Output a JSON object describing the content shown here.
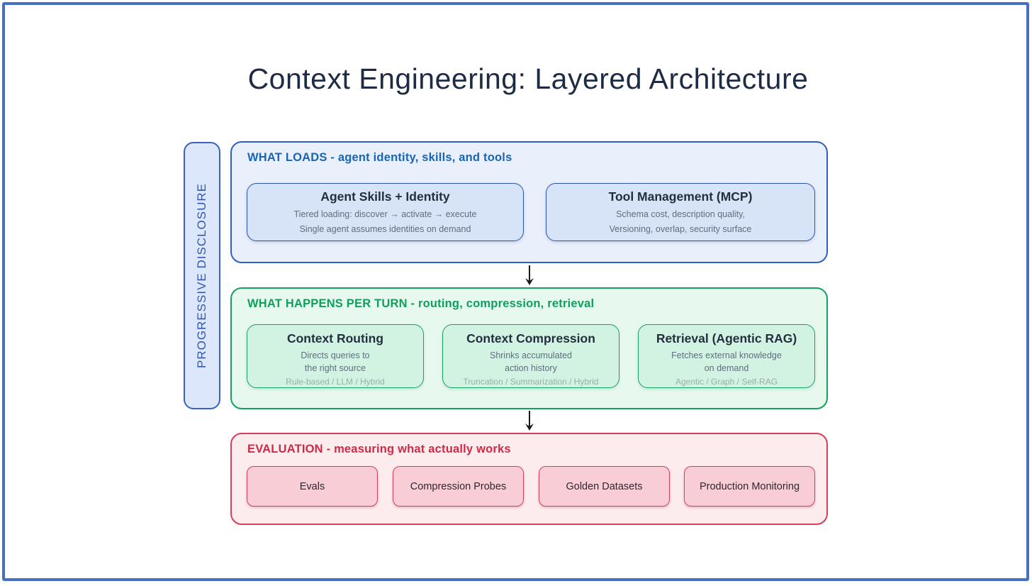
{
  "title": "Context Engineering: Layered Architecture",
  "sidebar": {
    "label": "PROGRESSIVE DISCLOSURE"
  },
  "layers": {
    "loads": {
      "header": "WHAT LOADS - agent identity, skills, and tools",
      "boxes": [
        {
          "title": "Agent Skills + Identity",
          "lines": [
            "Tiered loading: discover → activate → execute",
            "Single agent assumes identities on demand"
          ]
        },
        {
          "title": "Tool Management (MCP)",
          "lines": [
            "Schema cost, description quality,",
            "Versioning, overlap, security surface"
          ]
        }
      ]
    },
    "per_turn": {
      "header": "WHAT HAPPENS PER TURN - routing, compression, retrieval",
      "boxes": [
        {
          "title": "Context Routing",
          "lines": [
            "Directs queries to",
            "the right source"
          ],
          "faint": "Rule-based / LLM / Hybrid"
        },
        {
          "title": "Context Compression",
          "lines": [
            "Shrinks accumulated",
            "action history"
          ],
          "faint": "Truncation / Summarization / Hybrid"
        },
        {
          "title": "Retrieval (Agentic RAG)",
          "lines": [
            "Fetches external knowledge",
            "on demand"
          ],
          "faint": "Agentic / Graph / Self-RAG"
        }
      ]
    },
    "evaluation": {
      "header": "EVALUATION - measuring what actually works",
      "boxes": [
        {
          "title": "Evals"
        },
        {
          "title": "Compression Probes"
        },
        {
          "title": "Golden Datasets"
        },
        {
          "title": "Production Monitoring"
        }
      ]
    }
  },
  "colors": {
    "frame_border": "#4470c4",
    "blue_accent": "#2f5fc2",
    "green_accent": "#16a05e",
    "red_accent": "#d63e59"
  }
}
